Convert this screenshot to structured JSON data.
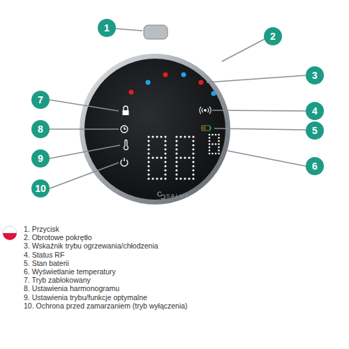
{
  "diagram": {
    "nodes": [
      {
        "text": [
          "1"
        ]
      },
      {
        "text": [
          "2"
        ]
      },
      {
        "text": [
          "3"
        ]
      },
      {
        "text": [
          "4"
        ]
      },
      {
        "text": [
          "5"
        ]
      },
      {
        "text": [
          "6"
        ]
      },
      {
        "text": [
          "7"
        ]
      },
      {
        "text": [
          "8"
        ]
      },
      {
        "text": [
          "9"
        ]
      },
      {
        "text": [
          "10"
        ]
      }
    ],
    "labels": [
      "1. Przycisk",
      "2. Obrotowe pokrętło",
      "3. Wskaźnik trybu ogrzewania/chłodzenia",
      "4. Status RF",
      "5. Stan baterii",
      "6. Wyświetlanie temperatury",
      "7. Tryb zablokowany",
      "8. Ustawienia harmonogramu",
      "9. Ustawienia trybu/funkcje optymalne",
      "10. Ochrona przed zamarzaniem (tryb wyłączenia)",
      "SALUS"
    ]
  }
}
